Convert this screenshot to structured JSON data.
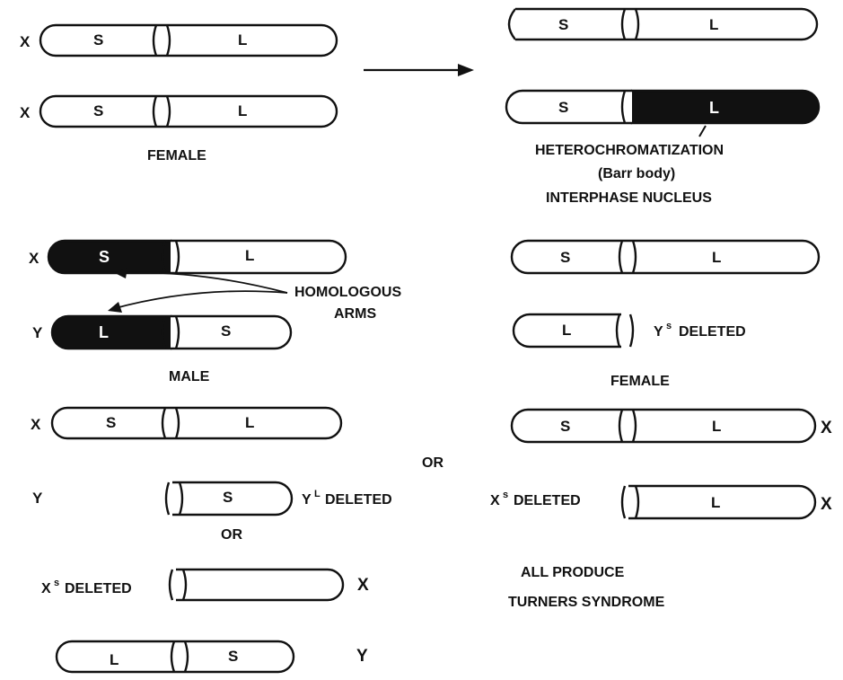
{
  "labels": {
    "x": "X",
    "y": "Y",
    "s": "S",
    "l": "L",
    "or": "OR",
    "deleted": "DELETED",
    "sup_s": "s",
    "sup_l": "L"
  },
  "captions": {
    "female": "FEMALE",
    "male": "MALE",
    "heterochromatization": "HETEROCHROMATIZATION",
    "barr_body": "(Barr body)",
    "interphase_nucleus": "INTERPHASE NUCLEUS",
    "homologous_line1": "HOMOLOGOUS",
    "homologous_line2": "ARMS",
    "all_produce": "ALL  PRODUCE",
    "turners": "TURNERS SYNDROME"
  },
  "colors": {
    "ink": "#111111",
    "paper": "#ffffff"
  }
}
